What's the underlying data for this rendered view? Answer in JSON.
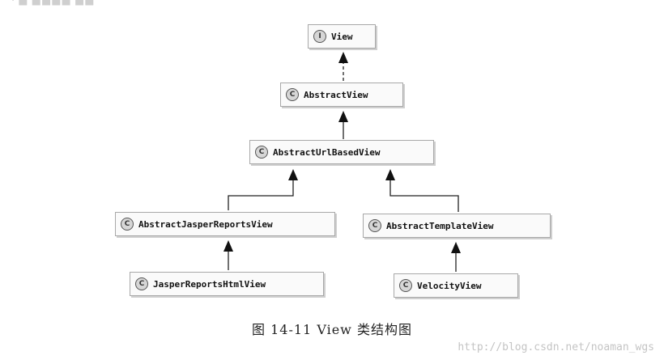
{
  "top_fragment": "· ■ ■■■■ ■■",
  "nodes": {
    "view": {
      "label": "View",
      "badge": "I"
    },
    "abstract": {
      "label": "AbstractView",
      "badge": "C"
    },
    "urlbased": {
      "label": "AbstractUrlBasedView",
      "badge": "C"
    },
    "jasper": {
      "label": "AbstractJasperReportsView",
      "badge": "C"
    },
    "template": {
      "label": "AbstractTemplateView",
      "badge": "C"
    },
    "jasperhtml": {
      "label": "JasperReportsHtmlView",
      "badge": "C"
    },
    "velocity": {
      "label": "VelocityView",
      "badge": "C"
    }
  },
  "caption": "图 14-11    View 类结构图",
  "watermark": "http://blog.csdn.net/noaman_wgs"
}
